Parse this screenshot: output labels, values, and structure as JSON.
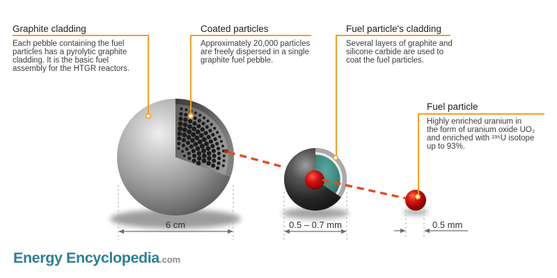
{
  "callouts": [
    {
      "title": "Graphite cladding",
      "body": "Each pebble containing the fuel\nparticles has a pyrolytic graphite\ncladding. It is the basic fuel\nassembly for the HTGR reactors."
    },
    {
      "title": "Coated particles",
      "body": "Approximately 20,000 particles\nare freely dispersed in a single\ngraphite fuel pebble."
    },
    {
      "title": "Fuel particle's cladding",
      "body": "Several layers of graphite and\nsilicone carbide are used to\ncoat the fuel particles."
    },
    {
      "title": "Fuel particle",
      "body": "Highly enriched uranium in\nthe form of uranium oxide UO₂\nand enriched with ²³⁵U isotope\nup to 93%."
    }
  ],
  "dimensions": {
    "pebble": "6 cm",
    "coated_particle": "0.5 – 0.7 mm",
    "fuel_kernel": "0.5 mm"
  },
  "logo": {
    "name": "Energy Encyclopedia",
    "suffix": ".com"
  },
  "colors": {
    "accent_orange": "#F6A01E",
    "dashed_line_orange": "#E8491B",
    "logo_teal": "#2B7F96",
    "dimension_gray": "#6E6E6E",
    "coating_teal": "#3F8B84",
    "kernel_red": "#C00A0A",
    "pebble_gray": "#9C9C9C"
  }
}
